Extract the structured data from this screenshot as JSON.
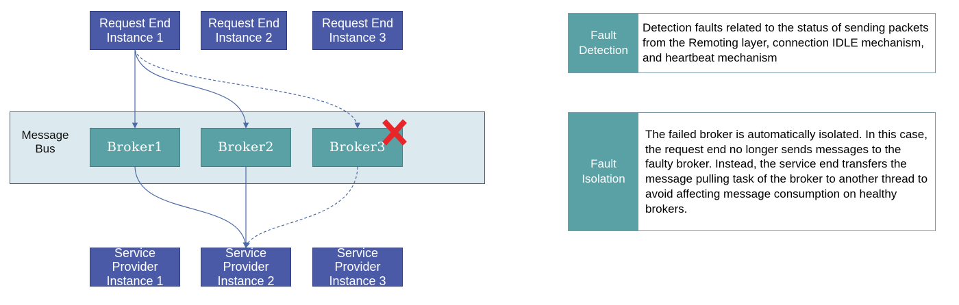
{
  "clients": [
    {
      "label": "Request End\nInstance 1"
    },
    {
      "label": "Request End\nInstance 2"
    },
    {
      "label": "Request End\nInstance 3"
    }
  ],
  "bus": {
    "label": "Message\nBus"
  },
  "brokers": [
    {
      "label": "Broker1"
    },
    {
      "label": "Broker2"
    },
    {
      "label": "Broker3",
      "failed": true
    }
  ],
  "services": [
    {
      "label": "Service\nProvider\nInstance 1"
    },
    {
      "label": "Service\nProvider\nInstance 2"
    },
    {
      "label": "Service\nProvider\nInstance 3"
    }
  ],
  "panels": {
    "detection": {
      "title": "Fault\nDetection",
      "text": "Detection faults related to the status of sending packets from the Remoting layer, connection IDLE mechanism, and heartbeat mechanism"
    },
    "isolation": {
      "title": "Fault\nIsolation",
      "text": "The failed broker is automatically isolated. In this case, the request end no longer sends messages to the faulty broker. Instead, the service end transfers the message pulling task of the broker to another thread to avoid affecting message consumption on healthy brokers."
    }
  },
  "colors": {
    "node_blue": "#4a5aa6",
    "broker_teal": "#5aa1a6",
    "bus_fill": "#dce9ee",
    "link": "#4d6aa6",
    "fail_mark": "#e8262a"
  },
  "icons": {
    "failure": "red-x-mark"
  }
}
